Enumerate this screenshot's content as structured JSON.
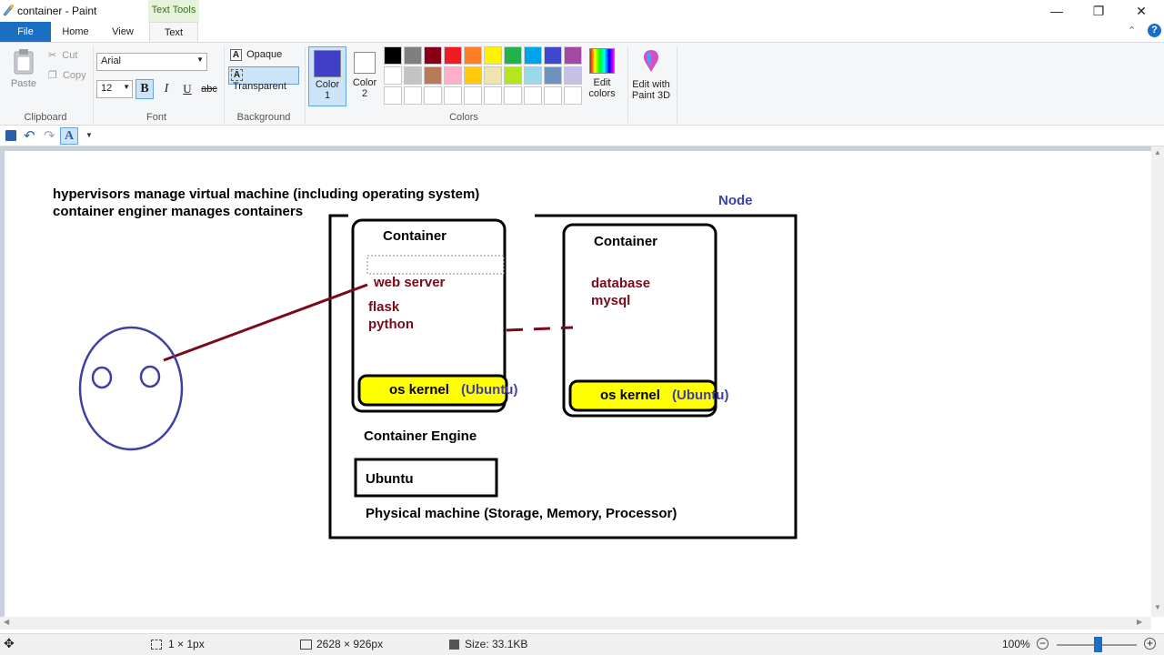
{
  "window": {
    "title": "container - Paint",
    "context_tab": "Text Tools"
  },
  "tabs": {
    "file": "File",
    "home": "Home",
    "view": "View",
    "text": "Text"
  },
  "clipboard": {
    "paste": "Paste",
    "cut": "Cut",
    "copy": "Copy",
    "group": "Clipboard"
  },
  "font": {
    "family": "Arial",
    "size": "12",
    "bold": "B",
    "italic": "I",
    "underline": "U",
    "strike": "abc",
    "group": "Font"
  },
  "background": {
    "opaque": "Opaque",
    "transparent": "Transparent",
    "group": "Background"
  },
  "colors": {
    "color1_label": "Color",
    "color1_num": "1",
    "color2_label": "Color",
    "color2_num": "2",
    "edit_label_1": "Edit",
    "edit_label_2": "colors",
    "group": "Colors",
    "color1": "#3f3fc8",
    "color2": "#ffffff",
    "palette_row1": [
      "#000000",
      "#7f7f7f",
      "#880015",
      "#ed1c24",
      "#ff7f27",
      "#fff200",
      "#22b14c",
      "#00a2e8",
      "#3f48cc",
      "#a349a4"
    ],
    "palette_row2": [
      "#ffffff",
      "#c3c3c3",
      "#b97a57",
      "#ffaec9",
      "#ffc90e",
      "#efe4b0",
      "#b5e61d",
      "#99d9ea",
      "#7092be",
      "#c8bfe7"
    ]
  },
  "paint3d": {
    "line1": "Edit with",
    "line2": "Paint 3D"
  },
  "drawing": {
    "line1": "hypervisors manage virtual machine  (including operating system)",
    "line2": "container enginer manages containers",
    "node": "Node",
    "container1_title": "Container",
    "web_server": "web server",
    "flask": "flask",
    "python": "python",
    "os_kernel_1": "os kernel",
    "ubuntu_1": "(Ubuntu)",
    "container2_title": "Container",
    "database": "database",
    "mysql": "mysql",
    "os_kernel_2": "os kernel",
    "ubuntu_2": "(Ubuntu)",
    "engine": "Container Engine",
    "ubuntu_box": "Ubuntu",
    "physical": "Physical machine (Storage, Memory, Processor)"
  },
  "status": {
    "selection": "1 × 1px",
    "dimensions": "2628 × 926px",
    "size": "Size: 33.1KB",
    "zoom": "100%"
  }
}
